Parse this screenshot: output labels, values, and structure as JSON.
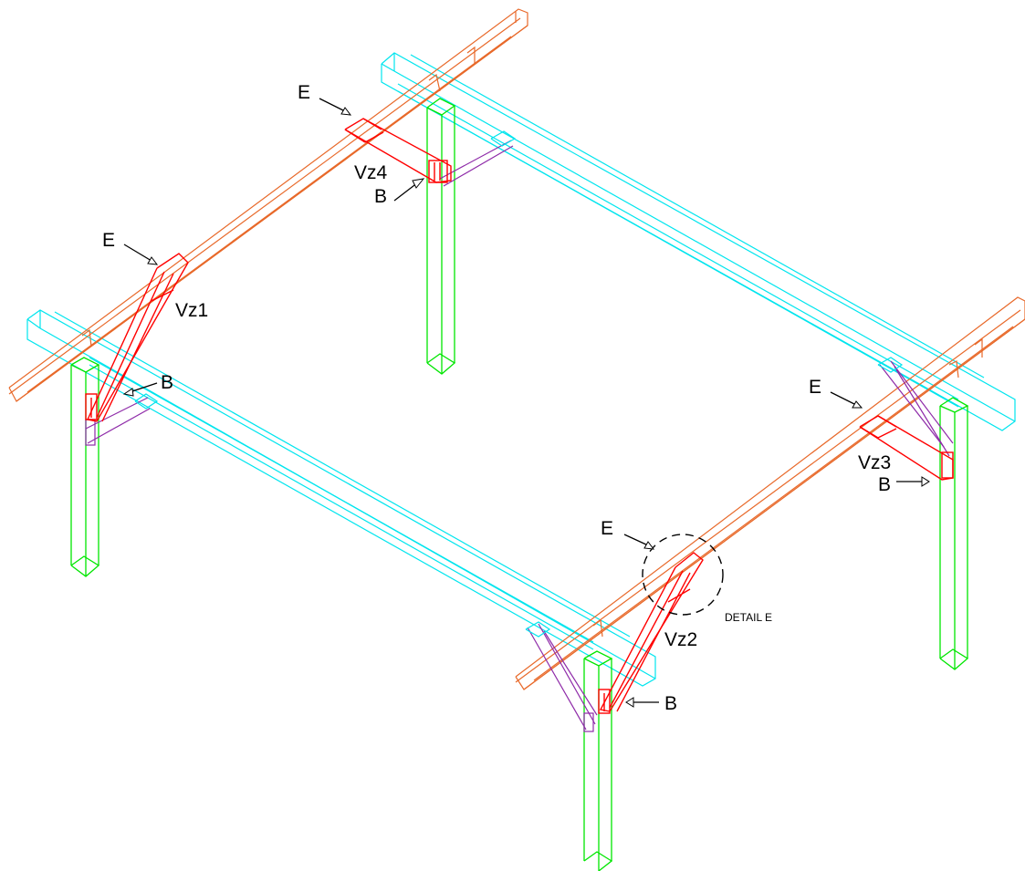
{
  "labels": {
    "e": "E",
    "b": "B",
    "vz1": "Vz1",
    "vz2": "Vz2",
    "vz3": "Vz3",
    "vz4": "Vz4",
    "detail_e": "DETAIL E"
  },
  "colors": {
    "ridge_beam": "#e8692a",
    "eave_beam": "#00e5ee",
    "post": "#00e600",
    "brace": "#ff0000",
    "secondary_brace": "#8e2aa8"
  }
}
